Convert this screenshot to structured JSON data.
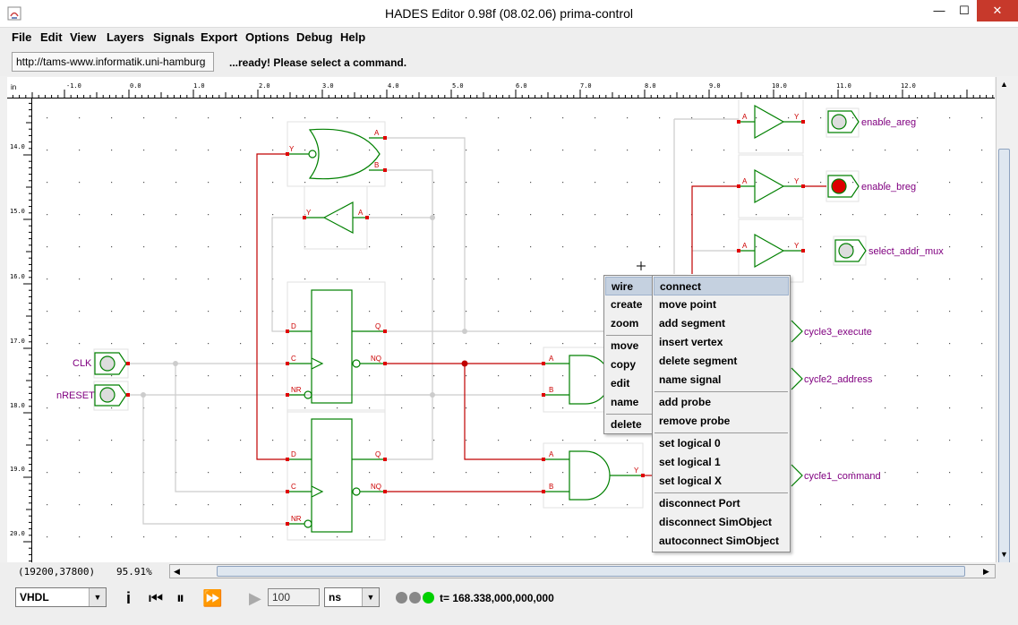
{
  "window": {
    "title": "HADES Editor 0.98f (08.02.06)   prima-control",
    "min": "—",
    "max": "☐",
    "close": "✕"
  },
  "menubar": [
    "File",
    "Edit",
    "View",
    "Layers",
    "Signals",
    "Export",
    "Options",
    "Debug",
    "Help"
  ],
  "urlbar": {
    "url": "http://tams-www.informatik.uni-hamburg",
    "status": "...ready! Please select a command."
  },
  "ruler": {
    "unit": "in",
    "x_labels": [
      "-1.0",
      "0.0",
      "1.0",
      "2.0",
      "3.0",
      "4.0",
      "5.0",
      "6.0",
      "7.0",
      "8.0",
      "9.0",
      "10.0",
      "11.0",
      "12.0"
    ],
    "y_labels": [
      "14.0",
      "15.0",
      "16.0",
      "17.0",
      "18.0",
      "19.0",
      "20.0"
    ]
  },
  "schematic": {
    "inputs": [
      "CLK",
      "nRESET"
    ],
    "outputs": [
      "enable_areg",
      "enable_breg",
      "select_addr_mux",
      "cycle3_execute",
      "cycle2_address",
      "cycle1_command"
    ],
    "pins": {
      "a": "A",
      "b": "B",
      "y": "Y",
      "d": "D",
      "c": "C",
      "nr": "NR",
      "q": "Q",
      "nq": "NQ"
    },
    "led_on": "#dd0000",
    "led_off": "#dddddd",
    "wire_active": "#c00000",
    "wire_idle": "#cccccc",
    "gate_color": "#008000",
    "pin_label_color": "#cc0000",
    "signal_label_color": "#800080"
  },
  "context_menu": {
    "main": [
      "wire",
      "create",
      "zoom",
      "move",
      "copy",
      "edit",
      "name",
      "delete"
    ],
    "sub": [
      "connect",
      "move point",
      "add segment",
      "insert vertex",
      "delete segment",
      "name signal",
      "add probe",
      "remove probe",
      "set logical 0",
      "set logical 1",
      "set logical X",
      "disconnect Port",
      "disconnect SimObject",
      "autoconnect SimObject"
    ]
  },
  "infobar": {
    "coords": "(19200,37800)",
    "zoom": "95.91%"
  },
  "toolbar": {
    "language": "VHDL",
    "timestep": "100",
    "time_unit": "ns",
    "sim_time": "t= 168.338,000,000,000",
    "run_status_color": "#00d000"
  }
}
